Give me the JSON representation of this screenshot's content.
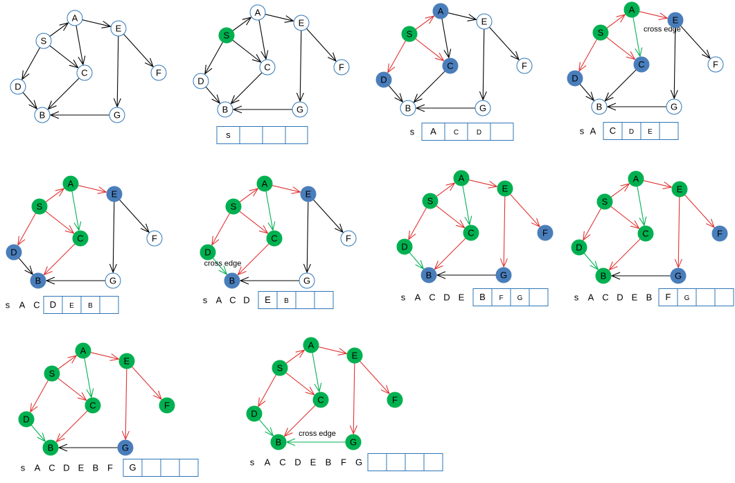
{
  "colors": {
    "unvisited_fill": "#ffffff",
    "unvisited_stroke": "#2e75b6",
    "visited_fill": "#00b050",
    "frontier_fill": "#4a7ebb",
    "tree_edge": "#e03131",
    "cross_edge": "#00b050",
    "plain_edge": "#000000",
    "queue_stroke": "#2e75b6"
  },
  "cross_edge_label": "cross edge",
  "graph": {
    "nodes": [
      "A",
      "S",
      "C",
      "D",
      "B",
      "G",
      "E",
      "F"
    ],
    "edges": [
      [
        "S",
        "A"
      ],
      [
        "S",
        "C"
      ],
      [
        "S",
        "D"
      ],
      [
        "A",
        "C"
      ],
      [
        "A",
        "E"
      ],
      [
        "E",
        "F"
      ],
      [
        "E",
        "G"
      ],
      [
        "C",
        "B"
      ],
      [
        "D",
        "B"
      ],
      [
        "G",
        "B"
      ]
    ]
  },
  "steps": [
    {
      "node_labels": {
        "A": "A",
        "S": "S",
        "C": "C",
        "D": "D",
        "B": "B",
        "G": "G",
        "E": "E",
        "F": "F"
      },
      "node_state": {
        "A": "u",
        "S": "u",
        "C": "u",
        "D": "u",
        "B": "u",
        "G": "u",
        "E": "u",
        "F": "u"
      },
      "edge_state": {},
      "visited_order": [],
      "queue": [],
      "cross_edge": null
    },
    {
      "node_labels": {
        "A": "A",
        "S": "S",
        "C": "C",
        "D": "D",
        "B": "B",
        "G": "G",
        "E": "E",
        "F": "F"
      },
      "node_state": {
        "A": "u",
        "S": "v",
        "C": "u",
        "D": "u",
        "B": "u",
        "G": "u",
        "E": "u",
        "F": "u"
      },
      "edge_state": {},
      "visited_order": [],
      "queue": [
        "s",
        "",
        "",
        ""
      ],
      "cross_edge": null
    },
    {
      "node_labels": {
        "A": "A",
        "S": "S",
        "C": "C",
        "D": "D",
        "B": "B",
        "G": "G",
        "E": "E",
        "F": "F"
      },
      "node_state": {
        "A": "f",
        "S": "v",
        "C": "f",
        "D": "f",
        "B": "u",
        "G": "u",
        "E": "u",
        "F": "u"
      },
      "edge_state": {
        "S-A": "tree",
        "S-C": "tree",
        "S-D": "tree"
      },
      "visited_order": [
        "s"
      ],
      "queue": [
        "A",
        "C",
        "D",
        ""
      ],
      "cross_edge": null
    },
    {
      "node_labels": {
        "A": "A",
        "S": "S",
        "C": "C",
        "D": "D",
        "B": "B",
        "G": "G",
        "E": "E",
        "F": "F"
      },
      "node_state": {
        "A": "v",
        "S": "v",
        "C": "f",
        "D": "f",
        "B": "u",
        "G": "u",
        "E": "f",
        "F": "u"
      },
      "edge_state": {
        "S-A": "tree",
        "S-C": "tree",
        "S-D": "tree",
        "A-C": "cross",
        "A-E": "tree"
      },
      "visited_order": [
        "s",
        "A"
      ],
      "queue": [
        "C",
        "D",
        "E",
        ""
      ],
      "cross_edge": {
        "edge": "A-C",
        "pos": "right"
      }
    },
    {
      "node_labels": {
        "A": "A",
        "S": "S",
        "C": "C",
        "D": "D",
        "B": "B",
        "G": "G",
        "E": "E",
        "F": "F"
      },
      "node_state": {
        "A": "v",
        "S": "v",
        "C": "v",
        "D": "f",
        "B": "f",
        "G": "u",
        "E": "f",
        "F": "u"
      },
      "edge_state": {
        "S-A": "tree",
        "S-C": "tree",
        "S-D": "tree",
        "A-C": "cross",
        "A-E": "tree",
        "C-B": "tree"
      },
      "visited_order": [
        "s",
        "A",
        "C"
      ],
      "queue": [
        "D",
        "E",
        "B",
        ""
      ],
      "cross_edge": null
    },
    {
      "node_labels": {
        "A": "A",
        "S": "S",
        "C": "C",
        "D": "D",
        "B": "B",
        "G": "G",
        "E": "E",
        "F": "F"
      },
      "node_state": {
        "A": "v",
        "S": "v",
        "C": "v",
        "D": "v",
        "B": "f",
        "G": "u",
        "E": "f",
        "F": "u"
      },
      "edge_state": {
        "S-A": "tree",
        "S-C": "tree",
        "S-D": "tree",
        "A-C": "cross",
        "A-E": "tree",
        "C-B": "tree",
        "D-B": "cross"
      },
      "visited_order": [
        "s",
        "A",
        "C",
        "D"
      ],
      "queue": [
        "E",
        "B",
        "",
        ""
      ],
      "cross_edge": {
        "edge": "D-B",
        "pos": "left"
      }
    },
    {
      "node_labels": {
        "A": "A",
        "S": "S",
        "C": "C",
        "D": "D",
        "B": "B",
        "G": "G",
        "E": "E",
        "F": "F"
      },
      "node_state": {
        "A": "v",
        "S": "v",
        "C": "v",
        "D": "v",
        "B": "f",
        "G": "f",
        "E": "v",
        "F": "f"
      },
      "edge_state": {
        "S-A": "tree",
        "S-C": "tree",
        "S-D": "tree",
        "A-C": "cross",
        "A-E": "tree",
        "C-B": "tree",
        "D-B": "cross",
        "E-F": "tree",
        "E-G": "tree"
      },
      "visited_order": [
        "s",
        "A",
        "C",
        "D",
        "E"
      ],
      "queue": [
        "B",
        "F",
        "G",
        ""
      ],
      "cross_edge": null
    },
    {
      "node_labels": {
        "A": "A",
        "S": "S",
        "C": "C",
        "D": "D",
        "B": "B",
        "G": "G",
        "E": "E",
        "F": "F"
      },
      "node_state": {
        "A": "v",
        "S": "v",
        "C": "v",
        "D": "v",
        "B": "v",
        "G": "f",
        "E": "v",
        "F": "f"
      },
      "edge_state": {
        "S-A": "tree",
        "S-C": "tree",
        "S-D": "tree",
        "A-C": "cross",
        "A-E": "tree",
        "C-B": "tree",
        "D-B": "cross",
        "E-F": "tree",
        "E-G": "tree"
      },
      "visited_order": [
        "s",
        "A",
        "C",
        "D",
        "E",
        "B"
      ],
      "queue": [
        "F",
        "G",
        "",
        ""
      ],
      "cross_edge": null
    },
    {
      "node_labels": {
        "A": "A",
        "S": "S",
        "C": "C",
        "D": "D",
        "B": "B",
        "G": "G",
        "E": "E",
        "F": "F"
      },
      "node_state": {
        "A": "v",
        "S": "v",
        "C": "v",
        "D": "v",
        "B": "v",
        "G": "f",
        "E": "v",
        "F": "v"
      },
      "edge_state": {
        "S-A": "tree",
        "S-C": "tree",
        "S-D": "tree",
        "A-C": "cross",
        "A-E": "tree",
        "C-B": "tree",
        "D-B": "cross",
        "E-F": "tree",
        "E-G": "tree"
      },
      "visited_order": [
        "s",
        "A",
        "C",
        "D",
        "E",
        "B",
        "F"
      ],
      "queue": [
        "G",
        "",
        "",
        ""
      ],
      "cross_edge": null
    },
    {
      "node_labels": {
        "A": "A",
        "S": "S",
        "C": "C",
        "D": "D",
        "B": "B",
        "G": "G",
        "E": "E",
        "F": "F"
      },
      "node_state": {
        "A": "v",
        "S": "v",
        "C": "v",
        "D": "v",
        "B": "v",
        "G": "v",
        "E": "v",
        "F": "v"
      },
      "edge_state": {
        "S-A": "tree",
        "S-C": "tree",
        "S-D": "tree",
        "A-C": "cross",
        "A-E": "tree",
        "C-B": "tree",
        "D-B": "cross",
        "E-F": "tree",
        "E-G": "tree",
        "G-B": "cross"
      },
      "visited_order": [
        "s",
        "A",
        "C",
        "D",
        "E",
        "B",
        "F",
        "G"
      ],
      "queue": [
        "",
        "",
        "",
        ""
      ],
      "cross_edge": {
        "edge": "G-B",
        "pos": "above"
      }
    }
  ]
}
